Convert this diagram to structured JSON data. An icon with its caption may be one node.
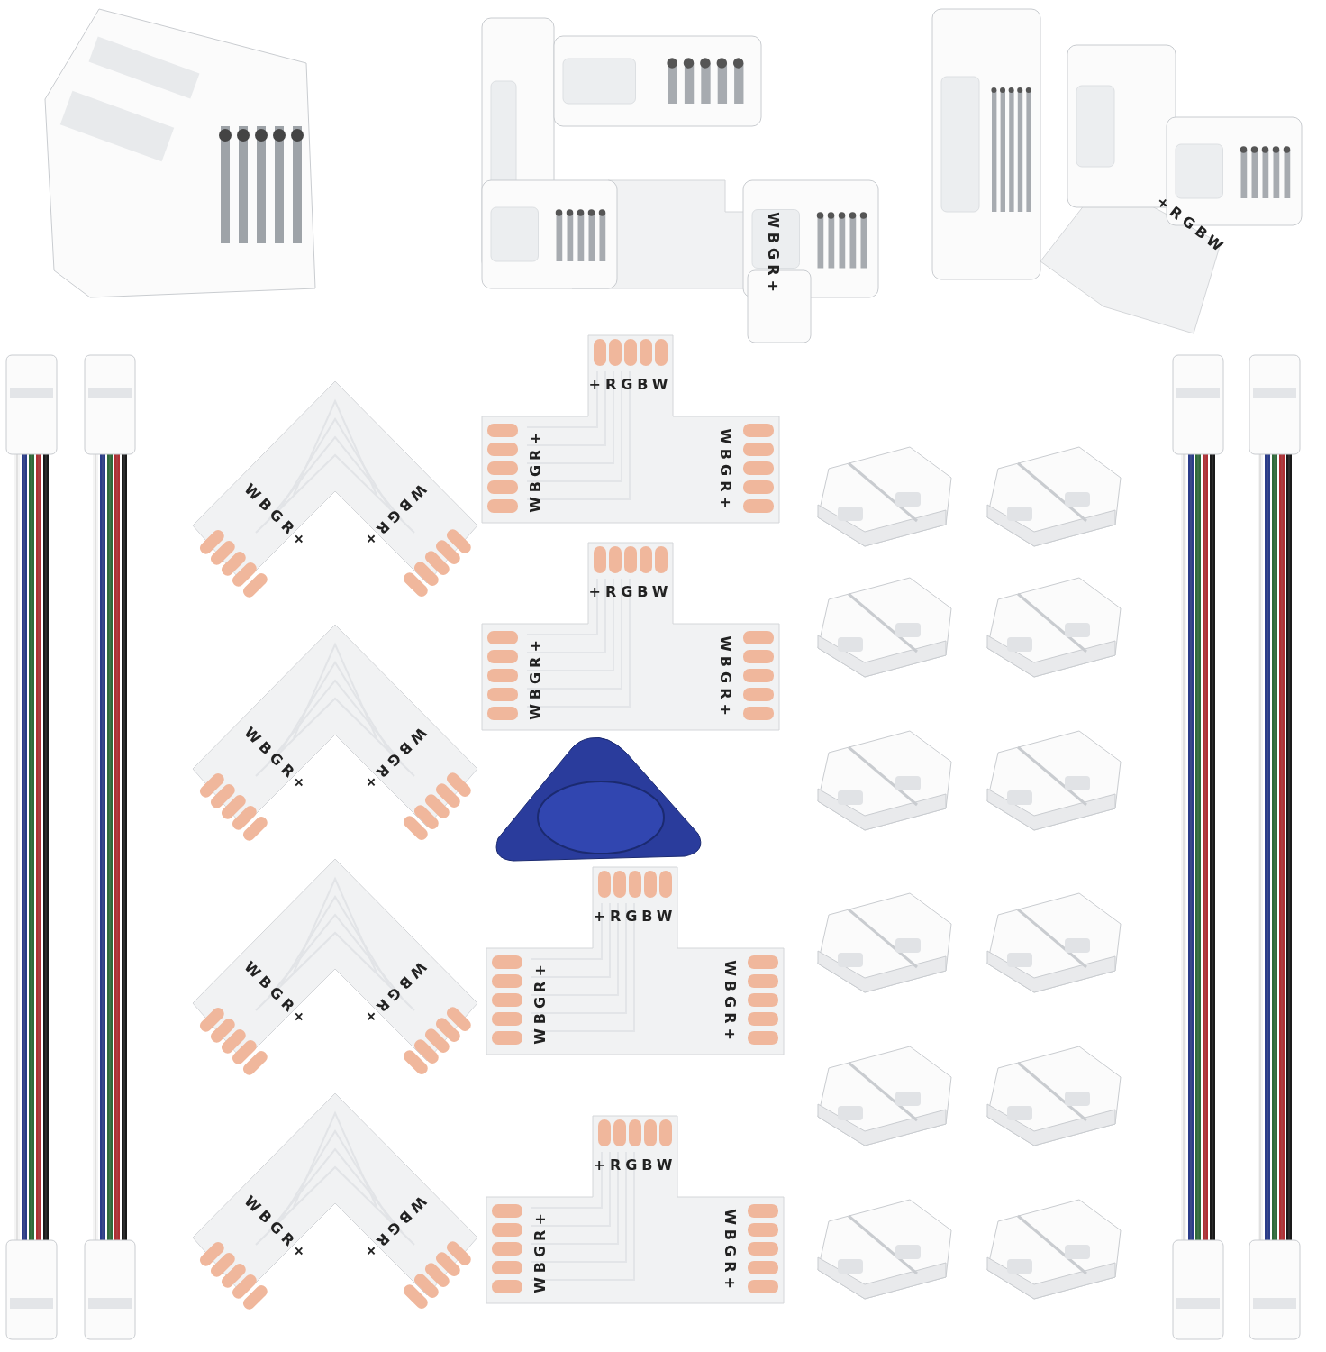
{
  "diagram": {
    "labels": [
      "WBGR+",
      "+RGBW",
      "+RGBW",
      "WBGR+",
      "WBGR+",
      "WBGR+",
      "WBGR+",
      "+RGBW",
      "WBGR+",
      "WBGR+",
      "WBGR+",
      "WBGR+",
      "+RGBW",
      "WBGR+",
      "WBGR+",
      "WBGR+",
      "WBGR+",
      "+RGBW",
      "WBGR+",
      "WBGR+",
      "WBGR+",
      "WBGR+"
    ]
  }
}
